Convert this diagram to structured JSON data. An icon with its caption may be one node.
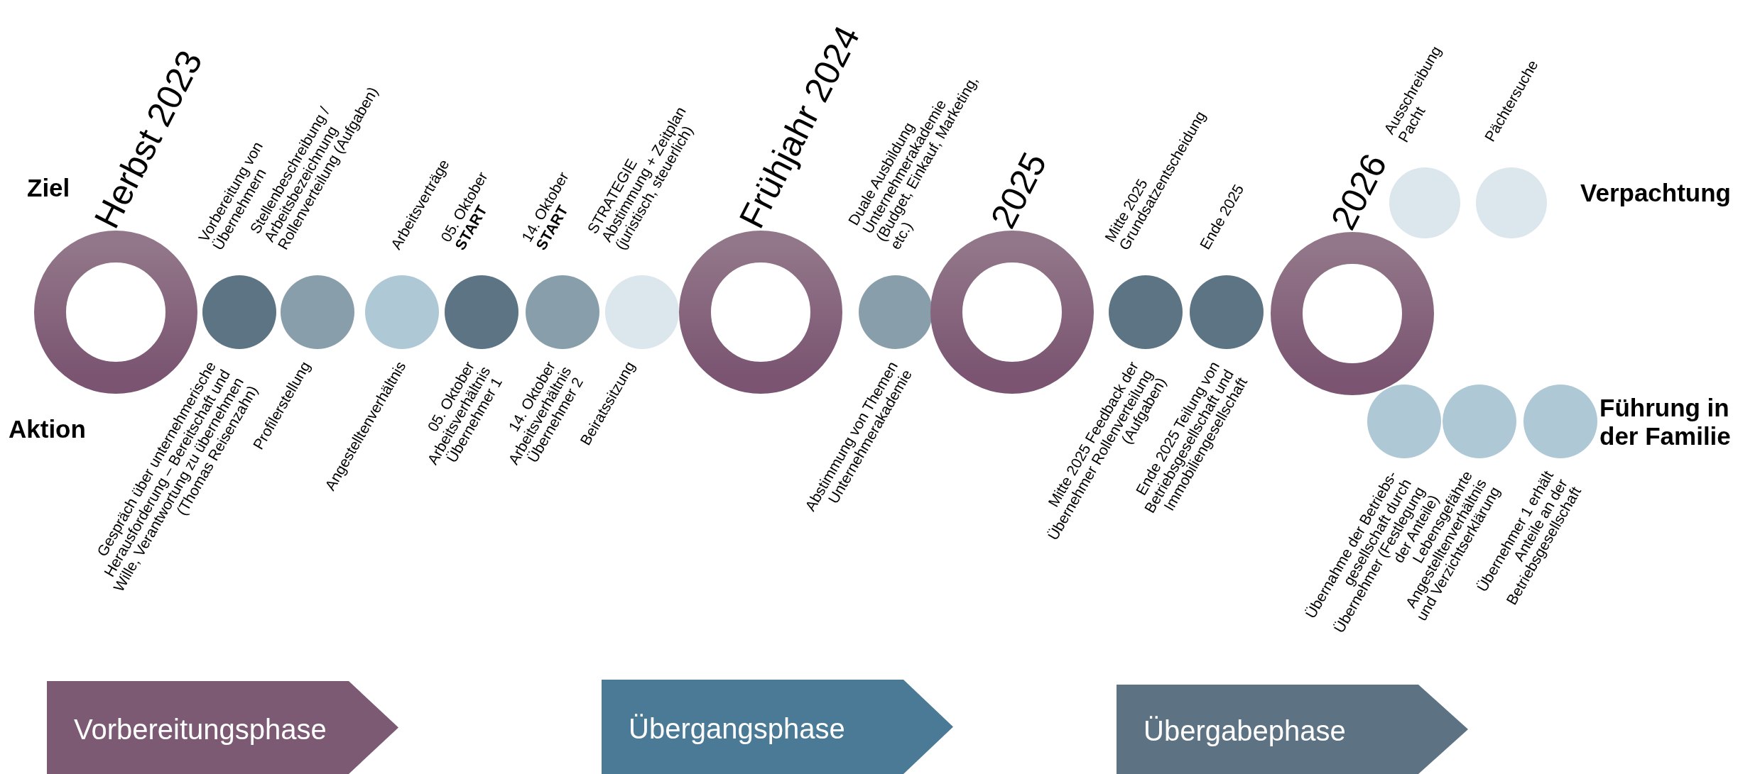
{
  "diagram": {
    "nodes": [
      {
        "text": [
          "Herbst 2023"
        ]
      },
      {
        "text": [
          "Vorbereitung von Übernehmern",
          "Gespräch über unternehmerische Herausforderung – Bereitschaft und Wille, Verantwortung zu übernehmen (Thomas Reisenzahn)"
        ]
      },
      {
        "text": [
          "Stellenbeschreibung / Arbeitsbezeichnung Rollenverteilung (Aufgaben)",
          "Profilerstellung"
        ]
      },
      {
        "text": [
          "Arbeitsverträge",
          "Angestelltenverhältnis"
        ]
      },
      {
        "text": [
          "05. Oktober **START**",
          "05. Oktober Arbeitsverhältnis Übernehmer 1"
        ]
      },
      {
        "text": [
          "14. Oktober **START**",
          "14. Oktober Arbeitsverhältnis Übernehmer 2"
        ]
      },
      {
        "text": [
          "STRATEGIE Abstimmung + Zeitplan (juristisch, steuerlich)",
          "Beiratssitzung"
        ]
      },
      {
        "text": [
          "Frühjahr 2024"
        ]
      },
      {
        "text": [
          "Duale Ausbildung Unternehmerakademie (Budget, Einkauf, Marketing, etc.)",
          "Abstimmung von Themen Unternehmerakademie"
        ]
      },
      {
        "text": [
          "2025"
        ]
      },
      {
        "text": [
          "Mitte 2025 Grundsatzentscheidung",
          "Mitte 2025 Feedback der Übernehmer Rollenverteilung (Aufgaben)"
        ]
      },
      {
        "text": [
          "Ende 2025",
          "Ende 2025 Teilung von Betriebsgesellschaft und Immobiliengesellschaft"
        ]
      },
      {
        "text": [
          "2026"
        ]
      },
      {
        "text": [
          "Ausschreibung Pacht"
        ]
      },
      {
        "text": [
          "Pächtersuche"
        ]
      },
      {
        "text": [
          "Übernahme der Betriebs- gesellschaft durch Übernehmer (Festlegung der Anteile)"
        ]
      },
      {
        "text": [
          "Lebensgefährte Angestelltenverhältnis und Verzichtserklärung"
        ]
      },
      {
        "text": [
          "Übernehmer 1 erhält Anteile an der Betriebsgesellschaft"
        ]
      },
      {
        "text": [
          "Vorbereitungsphase"
        ]
      },
      {
        "text": [
          "Übergangsphase"
        ]
      },
      {
        "text": [
          "Übergabephase"
        ]
      }
    ],
    "labels": [
      "Ziel",
      "Verpachtung",
      "Aktion",
      "Führung in der Familie"
    ]
  }
}
